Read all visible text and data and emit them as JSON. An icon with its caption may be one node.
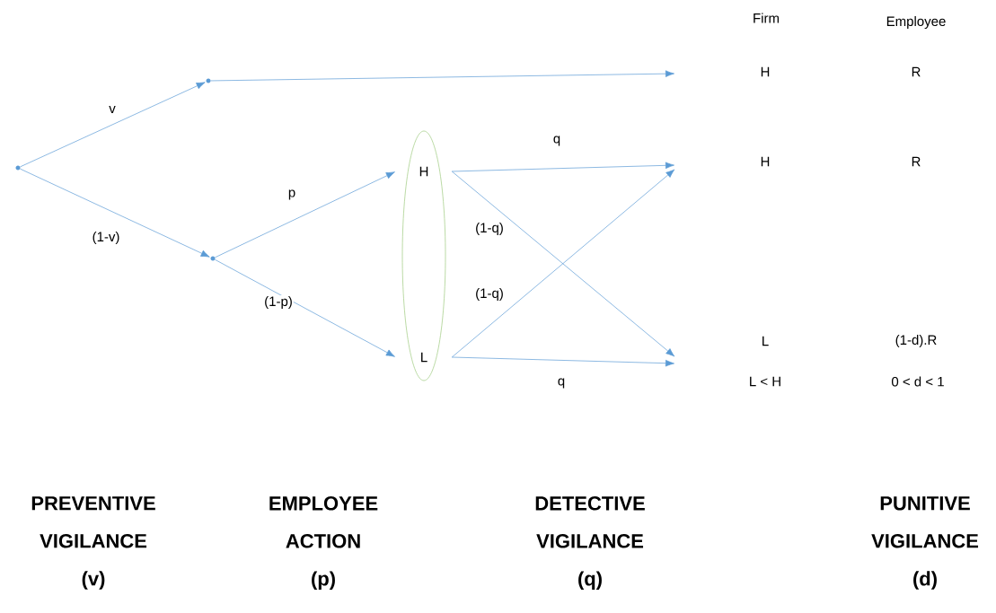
{
  "diagram": {
    "nodes": [
      {
        "text": [],
        "shape": "circle"
      },
      {
        "text": [],
        "shape": "circle"
      },
      {
        "text": [],
        "shape": "circle"
      },
      {
        "text": [],
        "shape": "ellipse"
      },
      {
        "text": [
          "H"
        ],
        "in": 3
      },
      {
        "text": [
          "L"
        ],
        "in": 3
      }
    ],
    "edges": [
      {
        "from": 0,
        "to": 1,
        "arrow": "to",
        "label": "v"
      },
      {
        "from": 0,
        "to": 2,
        "arrow": "to",
        "label": "(1-v)"
      },
      {
        "from": 1,
        "to": null,
        "arrow": "to"
      },
      {
        "from": 2,
        "to": 4,
        "arrow": "to",
        "label": "p"
      },
      {
        "from": 2,
        "to": 5,
        "arrow": "to",
        "label": "(1-p)"
      },
      {
        "from": 4,
        "to": null,
        "arrow": "to",
        "label": "q"
      },
      {
        "from": 4,
        "to": null,
        "arrow": "to",
        "label": "(1-q)"
      },
      {
        "from": 5,
        "to": null,
        "arrow": "to",
        "label": "(1-q)"
      },
      {
        "from": 5,
        "to": null,
        "arrow": "to",
        "label": "q"
      }
    ],
    "labels": [
      "Firm",
      "Employee",
      "H",
      "R",
      "H",
      "R",
      "L",
      "(1-d).R",
      "L < H",
      "0 < d < 1",
      "PREVENTIVE VIGILANCE (v)",
      "EMPLOYEE ACTION (p)",
      "DETECTIVE VIGILANCE (q)",
      "PUNITIVE VIGILANCE (d)"
    ]
  }
}
